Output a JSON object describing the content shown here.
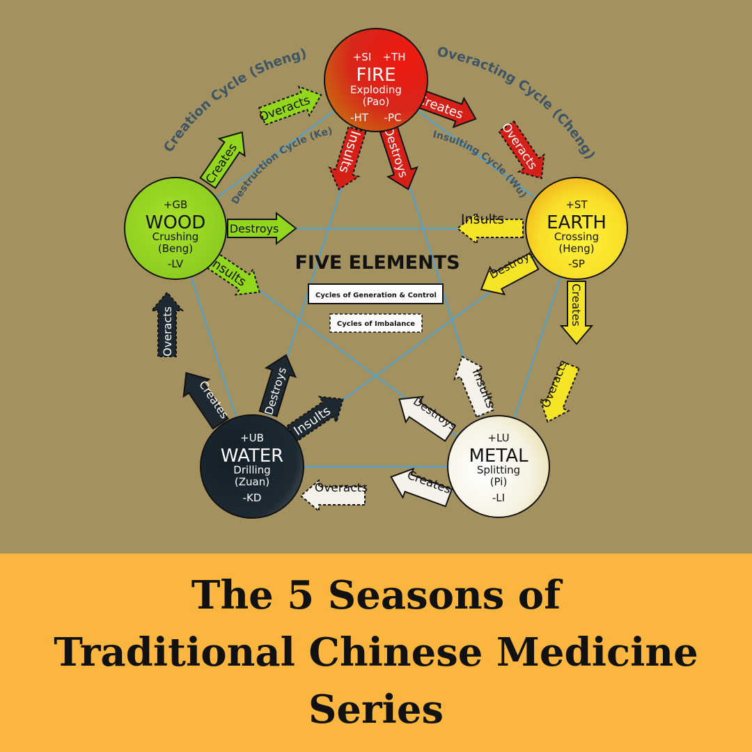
{
  "diagram": {
    "title": "FIVE ELEMENTS",
    "legend": {
      "solid_label": "Cycles of Generation & Control",
      "dashed_label": "Cycles of Imbalance"
    },
    "cycle_labels": {
      "creation": "Creation Cycle (Sheng)",
      "overacting": "Overacting Cycle (Cheng)",
      "destruction": "Destruction Cycle (Ke)",
      "insulting": "Insulting Cycle (Wu)"
    },
    "elements": {
      "fire": {
        "plus": "+SI",
        "plus2": "+TH",
        "name": "FIRE",
        "action": "Exploding",
        "chinese": "(Pao)",
        "minus": "-HT",
        "minus2": "-PC"
      },
      "earth": {
        "plus": "+ST",
        "name": "EARTH",
        "action": "Crossing",
        "chinese": "(Heng)",
        "minus": "-SP"
      },
      "metal": {
        "plus": "+LU",
        "name": "METAL",
        "action": "Splitting",
        "chinese": "(Pi)",
        "minus": "-LI"
      },
      "water": {
        "plus": "+UB",
        "name": "WATER",
        "action": "Drilling",
        "chinese": "(Zuan)",
        "minus": "-KD"
      },
      "wood": {
        "plus": "+GB",
        "name": "WOOD",
        "action": "Crushing",
        "chinese": "(Beng)",
        "minus": "-LV"
      }
    },
    "arrow_labels": {
      "creates": "Creates",
      "overacts": "Overacts",
      "destroys": "Destroys",
      "insults": "Insults"
    },
    "colors": {
      "background": "#a39160",
      "fire": "#d82a14",
      "earth": "#f5d928",
      "metal": "#f2efe0",
      "water": "#1e2830",
      "wood": "#92d61e",
      "cycle_line": "#4aa3d6",
      "cycle_text": "#3e5566"
    }
  },
  "banner": {
    "line1": "The 5 Seasons of",
    "line2": "Traditional Chinese Medicine",
    "line3": "Series",
    "background": "#fbb63f"
  }
}
